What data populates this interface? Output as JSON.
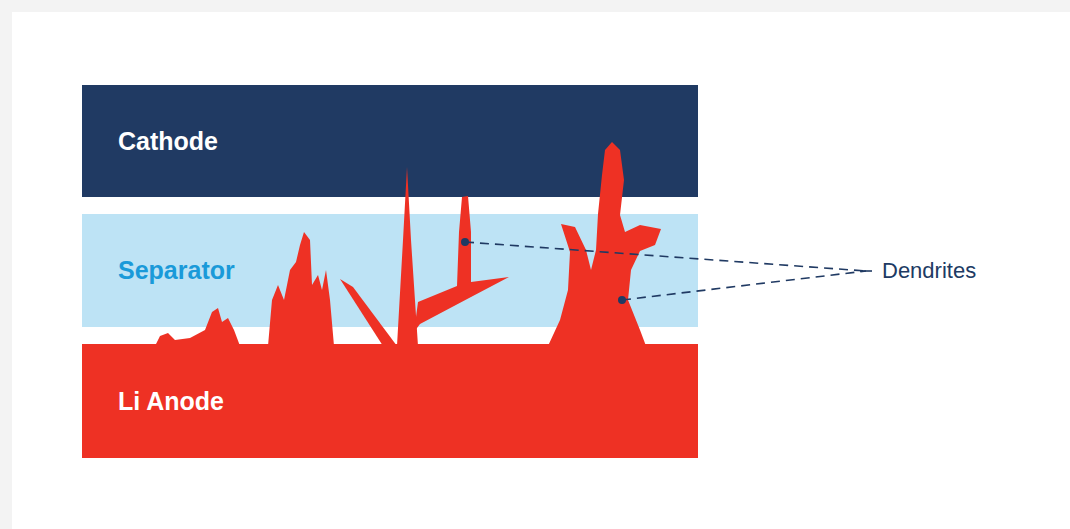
{
  "diagram": {
    "nodes": [
      {
        "text": [
          "Cathode"
        ]
      },
      {
        "text": [
          "Separator"
        ]
      },
      {
        "text": [
          "Li Anode"
        ]
      }
    ],
    "labels": [
      "Dendrites"
    ]
  }
}
